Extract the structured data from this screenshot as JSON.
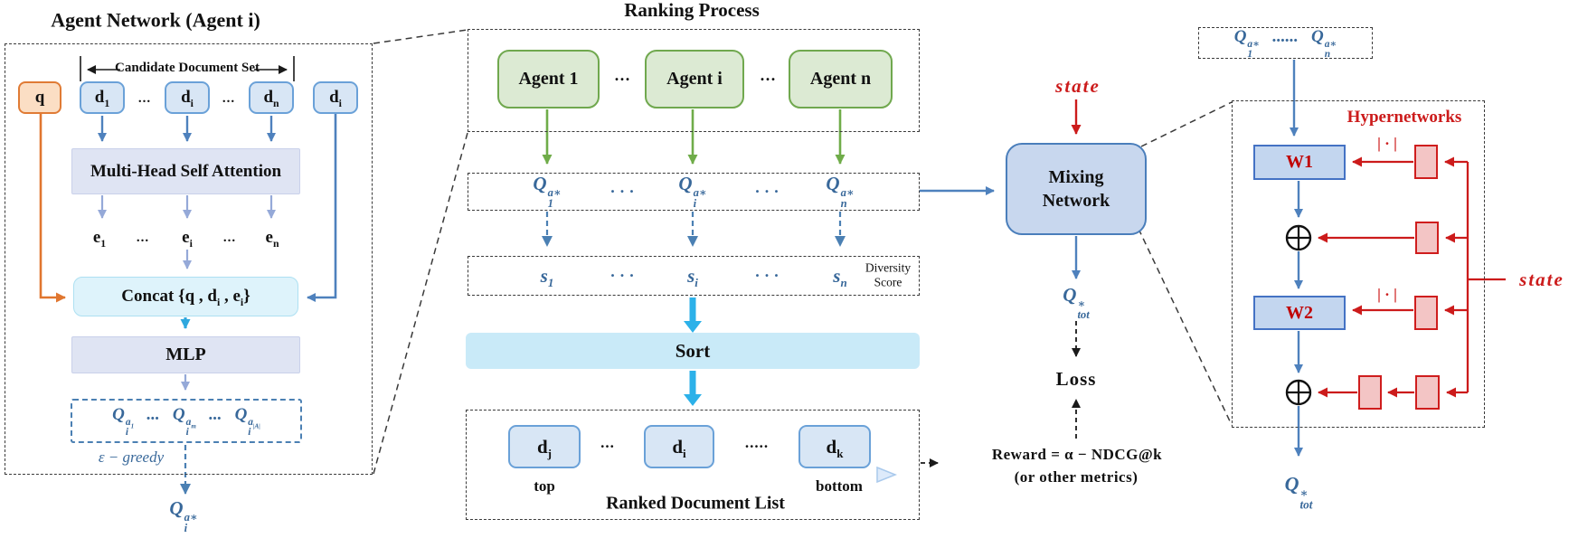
{
  "agent_network": {
    "title": "Agent Network (Agent i)",
    "candidate_set_label": "Candidate Document Set",
    "query_box": "q",
    "doc_box_1": "d_{1}",
    "doc_box_i": "d_{i}",
    "doc_box_n": "d_{n}",
    "doc_box_i_agent": "d_{i}",
    "dots_low": "...",
    "mhsa_label": "Multi-Head Self Attention",
    "emb_1": "e_{1}",
    "emb_i": "e_{i}",
    "emb_n": "e_{n}",
    "concat_label": "Concat {q , d_{i} , e_{i}}",
    "mlp_label": "MLP",
    "q_values_row": "Q§{a~{1}|i}  ...  Q§{a~{m}|i}  ...  Q§{a~{|A|}|i}",
    "epsilon_greedy": "ε − greedy",
    "output_q": "Q§{a∗|i}"
  },
  "ranking_process": {
    "title": "Ranking Process",
    "agent_1": "Agent 1",
    "agent_i": "Agent i",
    "agent_n": "Agent n",
    "agent_dots": "···",
    "q_1": "Q§{a∗|1}",
    "q_i": "Q§{a∗|i}",
    "q_n": "Q§{a∗|n}",
    "q_dots": "· · ·",
    "s_1": "s_{1}",
    "s_i": "s_{i}",
    "s_n": "s_{n}",
    "diversity_line1": "Diversity",
    "diversity_line2": "Score",
    "sort_label": "Sort",
    "ranked_doc_j": "d_{j}",
    "ranked_doc_i": "d_{i}",
    "ranked_doc_k": "d_{k}",
    "ranked_dots_1": "...",
    "ranked_dots_2": ".....",
    "top_label": "top",
    "bottom_label": "bottom",
    "ranked_list_title": "Ranked Document List"
  },
  "mixing_network": {
    "state_label": "state",
    "box_line1": "Mixing",
    "box_line2": "Network",
    "q_tot": "Q§{∗|tot}",
    "loss_label": "Loss",
    "reward_line1": "Reward = α − NDCG@k",
    "reward_line2": "(or other metrics)"
  },
  "hypernetworks": {
    "input_q_row": "Q§{a∗|1}  ......  Q§{a∗|n}",
    "title": "Hypernetworks",
    "w1_label": "W1",
    "w2_label": "W2",
    "abs_label_1": "| · |",
    "abs_label_2": "| · |",
    "state_label": "state",
    "q_tot": "Q§{∗|tot}"
  },
  "colors": {
    "agent_green_fill": "#dcead3",
    "agent_green_border": "#70a84e",
    "doc_blue_fill": "#d8e6f5",
    "doc_blue_border": "#6aa1d8",
    "query_orange_fill": "#fbdec4",
    "query_orange_border": "#e07b35",
    "mixing_blue_fill": "#c8d7ee",
    "mixing_blue_border": "#4a7ebb",
    "hyper_red": "#cc1b1b",
    "math_blue": "#38689a",
    "thick_arrow_cyan": "#2cb1e9",
    "sort_fill": "#c9eaf8"
  }
}
